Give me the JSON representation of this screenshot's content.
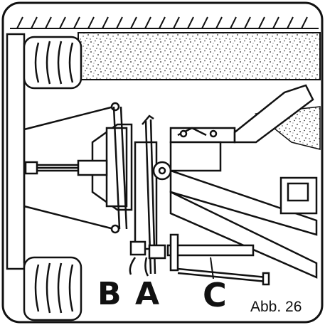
{
  "labels": {
    "b": "B",
    "a": "A",
    "c": "C"
  },
  "caption": "Abb. 26",
  "colors": {
    "ink": "#111111",
    "paper": "#ffffff",
    "gravel": "#222222"
  }
}
